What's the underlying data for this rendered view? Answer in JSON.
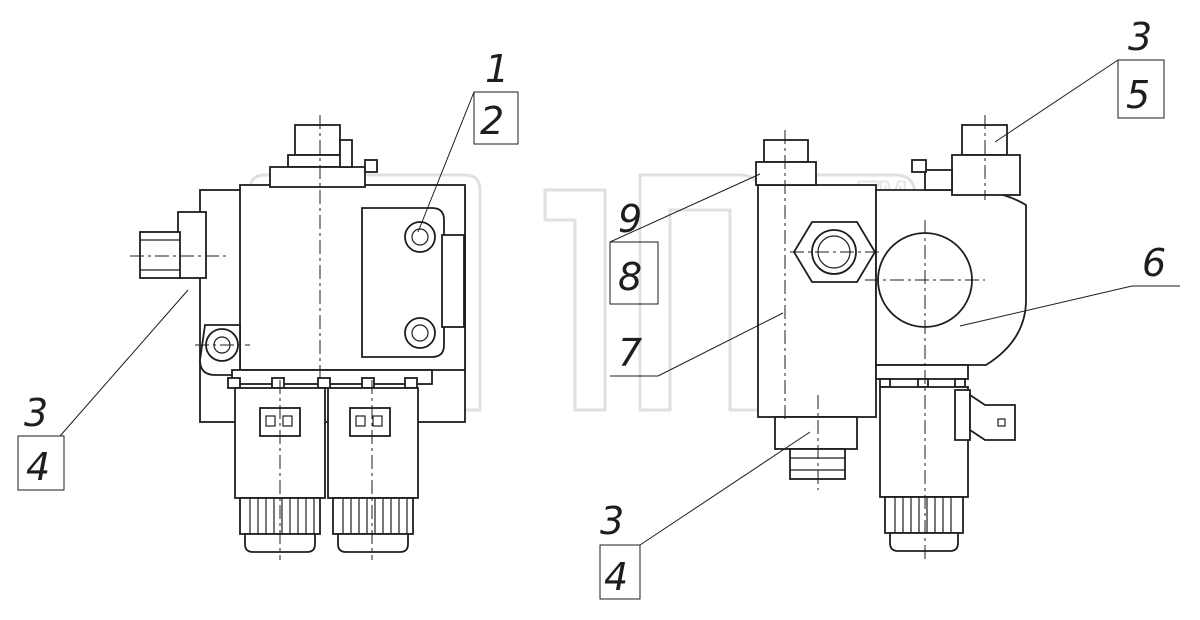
{
  "watermark": {
    "text": "TM"
  },
  "callouts": [
    {
      "id": "c1",
      "top": "1",
      "bottom": "2"
    },
    {
      "id": "c2",
      "top": "3",
      "bottom": "4"
    },
    {
      "id": "c3",
      "top": "9",
      "bottom": "8"
    },
    {
      "id": "c4",
      "top": "7",
      "bottom": ""
    },
    {
      "id": "c5",
      "top": "3",
      "bottom": "4"
    },
    {
      "id": "c6",
      "top": "3",
      "bottom": "5"
    },
    {
      "id": "c7",
      "top": "6",
      "bottom": ""
    }
  ]
}
